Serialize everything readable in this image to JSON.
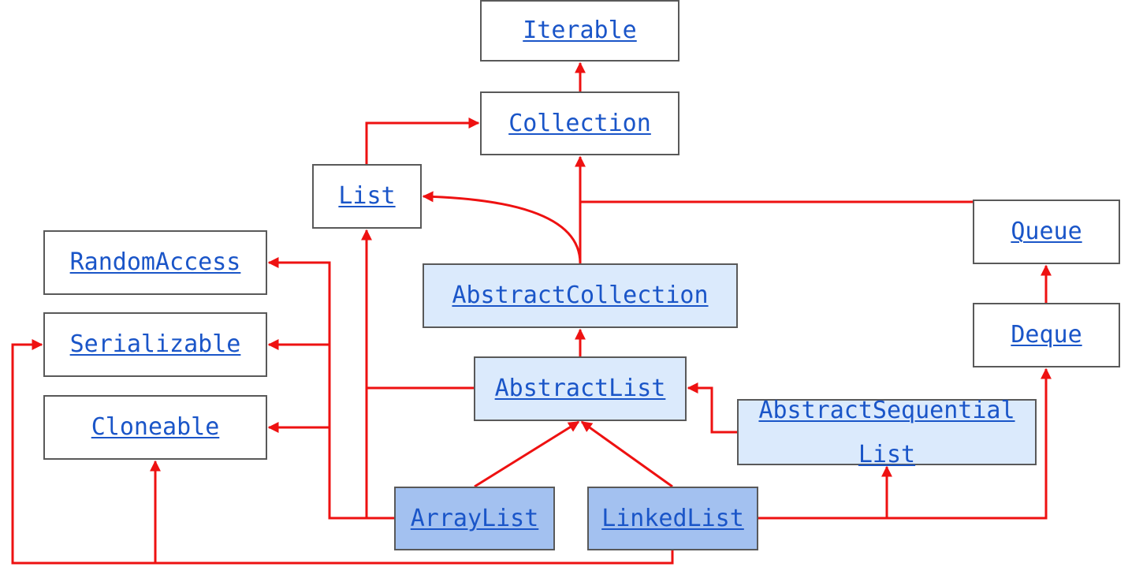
{
  "diagram": {
    "edge_color": "#ee1111",
    "nodes": {
      "iterable": "Iterable",
      "collection": "Collection",
      "list": "List",
      "random_access": "RandomAccess",
      "serializable": "Serializable",
      "cloneable": "Cloneable",
      "queue": "Queue",
      "deque": "Deque",
      "abstract_collection": "AbstractCollection",
      "abstract_list": "AbstractList",
      "abstract_sequential_list": "AbstractSequential List",
      "array_list": "ArrayList",
      "linked_list": "LinkedList"
    },
    "edges": [
      {
        "from": "Collection",
        "to": "Iterable"
      },
      {
        "from": "List",
        "to": "Collection"
      },
      {
        "from": "Queue",
        "to": "Collection"
      },
      {
        "from": "AbstractCollection",
        "to": "Collection"
      },
      {
        "from": "AbstractCollection",
        "to": "List"
      },
      {
        "from": "AbstractList",
        "to": "AbstractCollection"
      },
      {
        "from": "AbstractList",
        "to": "List"
      },
      {
        "from": "AbstractSequentialList",
        "to": "AbstractList"
      },
      {
        "from": "ArrayList",
        "to": "AbstractList"
      },
      {
        "from": "ArrayList",
        "to": "List"
      },
      {
        "from": "ArrayList",
        "to": "RandomAccess"
      },
      {
        "from": "ArrayList",
        "to": "Serializable"
      },
      {
        "from": "ArrayList",
        "to": "Cloneable"
      },
      {
        "from": "LinkedList",
        "to": "AbstractList"
      },
      {
        "from": "LinkedList",
        "to": "AbstractSequentialList"
      },
      {
        "from": "LinkedList",
        "to": "Deque"
      },
      {
        "from": "LinkedList",
        "to": "Serializable"
      },
      {
        "from": "LinkedList",
        "to": "Cloneable"
      },
      {
        "from": "Deque",
        "to": "Queue"
      }
    ]
  }
}
